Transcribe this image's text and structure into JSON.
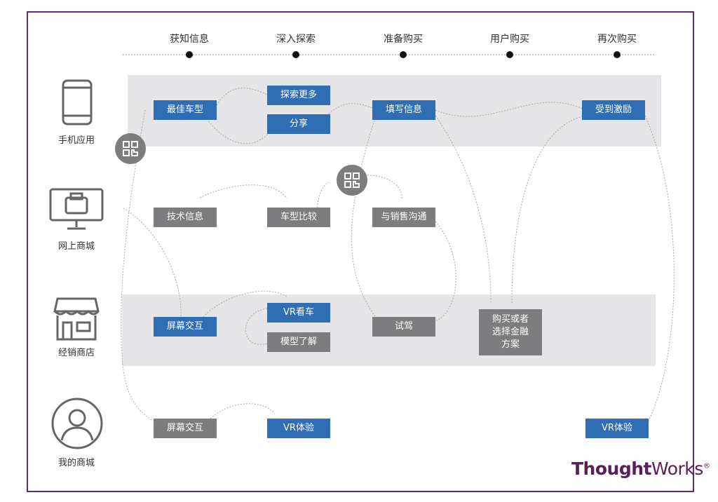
{
  "stages": [
    "获知信息",
    "深入探索",
    "准备购买",
    "用户购买",
    "再次购买"
  ],
  "channels": [
    "手机应用",
    "网上商城",
    "经销商店",
    "我的商城"
  ],
  "nodes": {
    "best_model": "最佳车型",
    "explore_more": "探索更多",
    "share": "分享",
    "fill_info": "填写信息",
    "motivated": "受到激励",
    "tech_info": "技术信息",
    "compare": "车型比较",
    "talk_sales": "与销售沟通",
    "screen_interact_store": "屏幕交互",
    "vr_view": "VR看车",
    "model_learn": "模型了解",
    "test_drive": "试驾",
    "purchase": "购买或者选择金融方案",
    "screen_interact_my": "屏幕交互",
    "vr_exp_1": "VR体验",
    "vr_exp_2": "VR体验"
  },
  "logo": {
    "bold": "Thought",
    "regular": "Works",
    "mark": "®"
  },
  "colors": {
    "blue": "#2f6db5",
    "gray": "#7d7d7f",
    "brand": "#5b1f55"
  }
}
